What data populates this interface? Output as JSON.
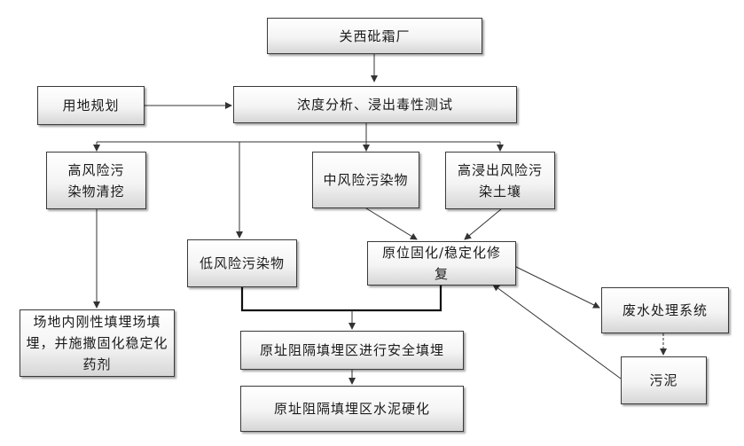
{
  "nodes": {
    "factory": "关西砒霜厂",
    "land_plan": "用地规划",
    "analysis": "浓度分析、浸出毒性测试",
    "high_risk": "高风险污染物清挖",
    "mid_risk": "中风险污染物",
    "high_leach": "高浸出风险污染土壤",
    "low_risk": "低风险污染物",
    "stabilize": "原位固化/稳定化修复",
    "wastewater": "废水处理系统",
    "landfill_site": "场地内刚性填埋场填埋，并施撒固化稳定化药剂",
    "safe_landfill": "原址阻隔填埋区进行安全填埋",
    "sludge": "污泥",
    "cement": "原址阻隔填埋区水泥硬化"
  }
}
